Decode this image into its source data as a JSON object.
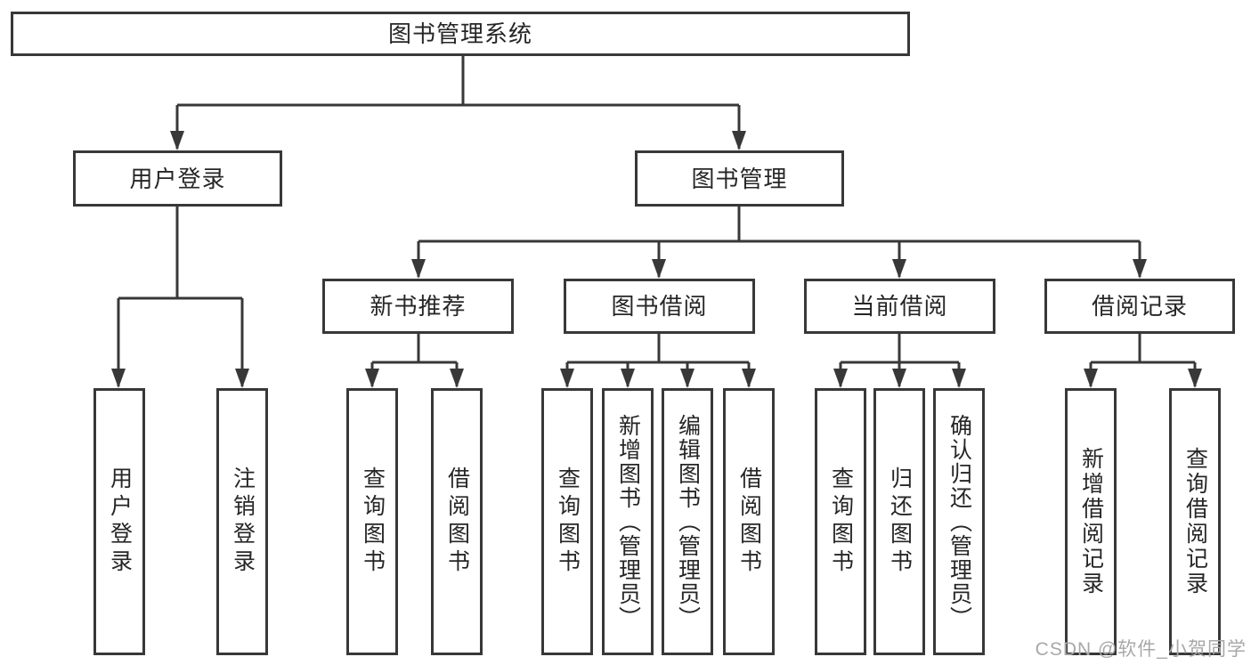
{
  "diagram_title": "图书管理系统",
  "tree": {
    "label": "图书管理系统",
    "children": [
      {
        "label": "用户登录",
        "children": [
          {
            "label": "用户登录"
          },
          {
            "label": "注销登录"
          }
        ]
      },
      {
        "label": "图书管理",
        "children": [
          {
            "label": "新书推荐",
            "children": [
              {
                "label": "查询图书"
              },
              {
                "label": "借阅图书"
              }
            ]
          },
          {
            "label": "图书借阅",
            "children": [
              {
                "label": "查询图书"
              },
              {
                "label": "新增图书（管理员）"
              },
              {
                "label": "编辑图书（管理员）"
              },
              {
                "label": "借阅图书"
              }
            ]
          },
          {
            "label": "当前借阅",
            "children": [
              {
                "label": "查询图书"
              },
              {
                "label": "归还图书"
              },
              {
                "label": "确认归还（管理员）"
              }
            ]
          },
          {
            "label": "借阅记录",
            "children": [
              {
                "label": "新增借阅记录"
              },
              {
                "label": "查询借阅记录"
              }
            ]
          }
        ]
      }
    ]
  },
  "watermark": "CSDN @软件_小贺同学",
  "colors": {
    "line": "#383838",
    "box_border": "#383838",
    "text": "#262626",
    "background": "#ffffff",
    "watermark": "#a8a8a8"
  }
}
